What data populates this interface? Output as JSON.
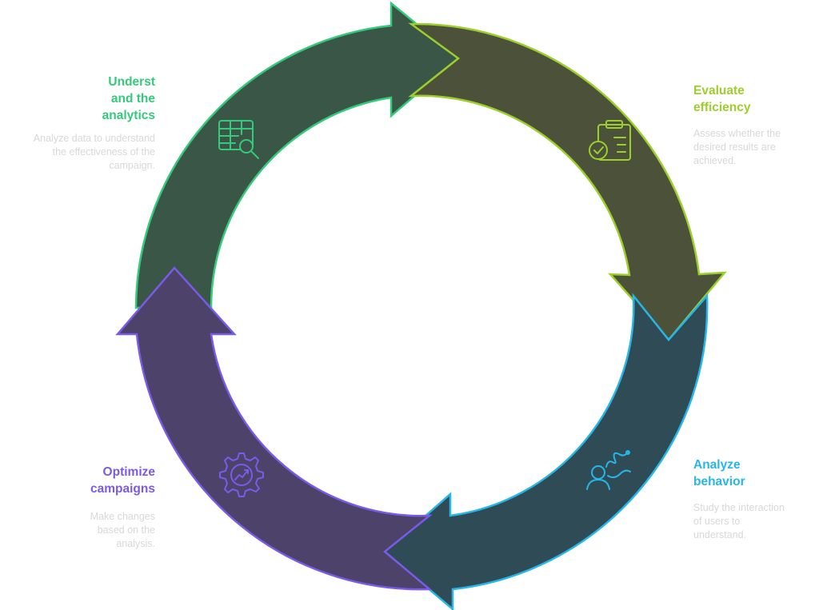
{
  "steps": [
    {
      "id": "understand",
      "title": "Underst\nand the\nanalytics",
      "description": "Analyze data to understand\nthe effectiveness of the\ncampaign.",
      "color": "#34c97b",
      "fill": "#395646",
      "icon": "table-search-icon"
    },
    {
      "id": "evaluate",
      "title": "Evaluate\nefficiency",
      "description": "Assess whether the\ndesired results are\nachieved.",
      "color": "#9ccf2c",
      "fill": "#4c513a",
      "icon": "clipboard-check-icon"
    },
    {
      "id": "analyze",
      "title": "Analyze\nbehavior",
      "description": "Study the interaction\nof users to\nunderstand.",
      "color": "#27b6e8",
      "fill": "#2f4c56",
      "icon": "user-path-icon"
    },
    {
      "id": "optimize",
      "title": "Optimize\ncampaigns",
      "description": "Make changes\nbased on the\nanalysis.",
      "color": "#7a5ae8",
      "fill": "#4c426a",
      "icon": "gear-trend-icon"
    }
  ]
}
